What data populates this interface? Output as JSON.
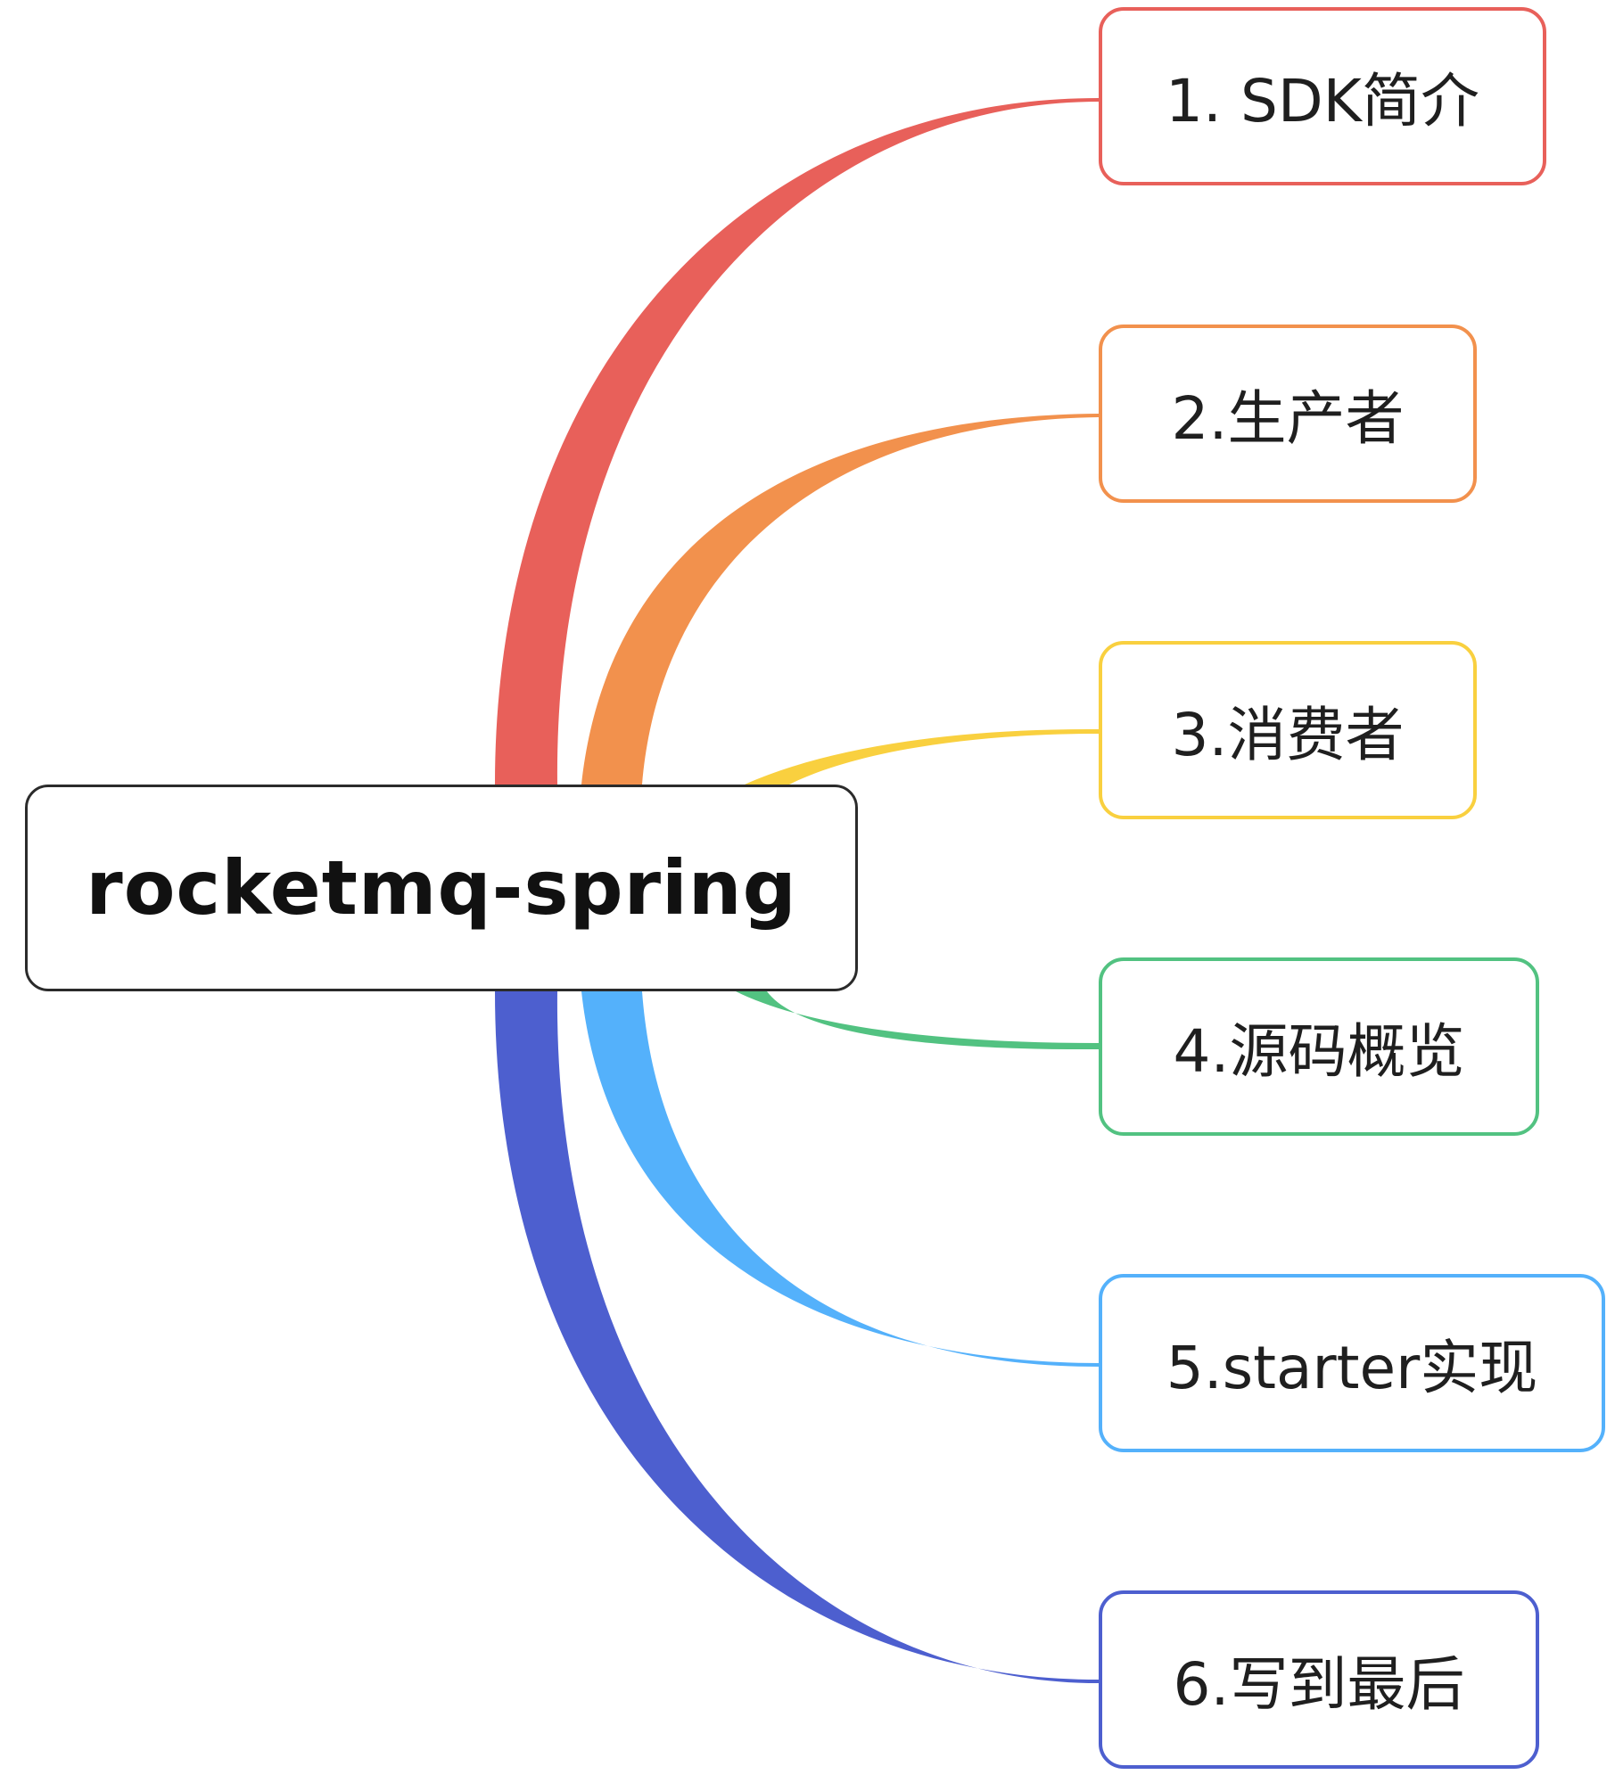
{
  "root": {
    "label": "rocketmq-spring"
  },
  "children": [
    {
      "label": "1. SDK简介",
      "color": "#e8605a"
    },
    {
      "label": "2.生产者",
      "color": "#f2914d"
    },
    {
      "label": "3.消费者",
      "color": "#f9d03f"
    },
    {
      "label": "4.源码概览",
      "color": "#52c281"
    },
    {
      "label": "5.starter实现",
      "color": "#54b1fb"
    },
    {
      "label": "6.写到最后",
      "color": "#4d5fcf"
    }
  ]
}
